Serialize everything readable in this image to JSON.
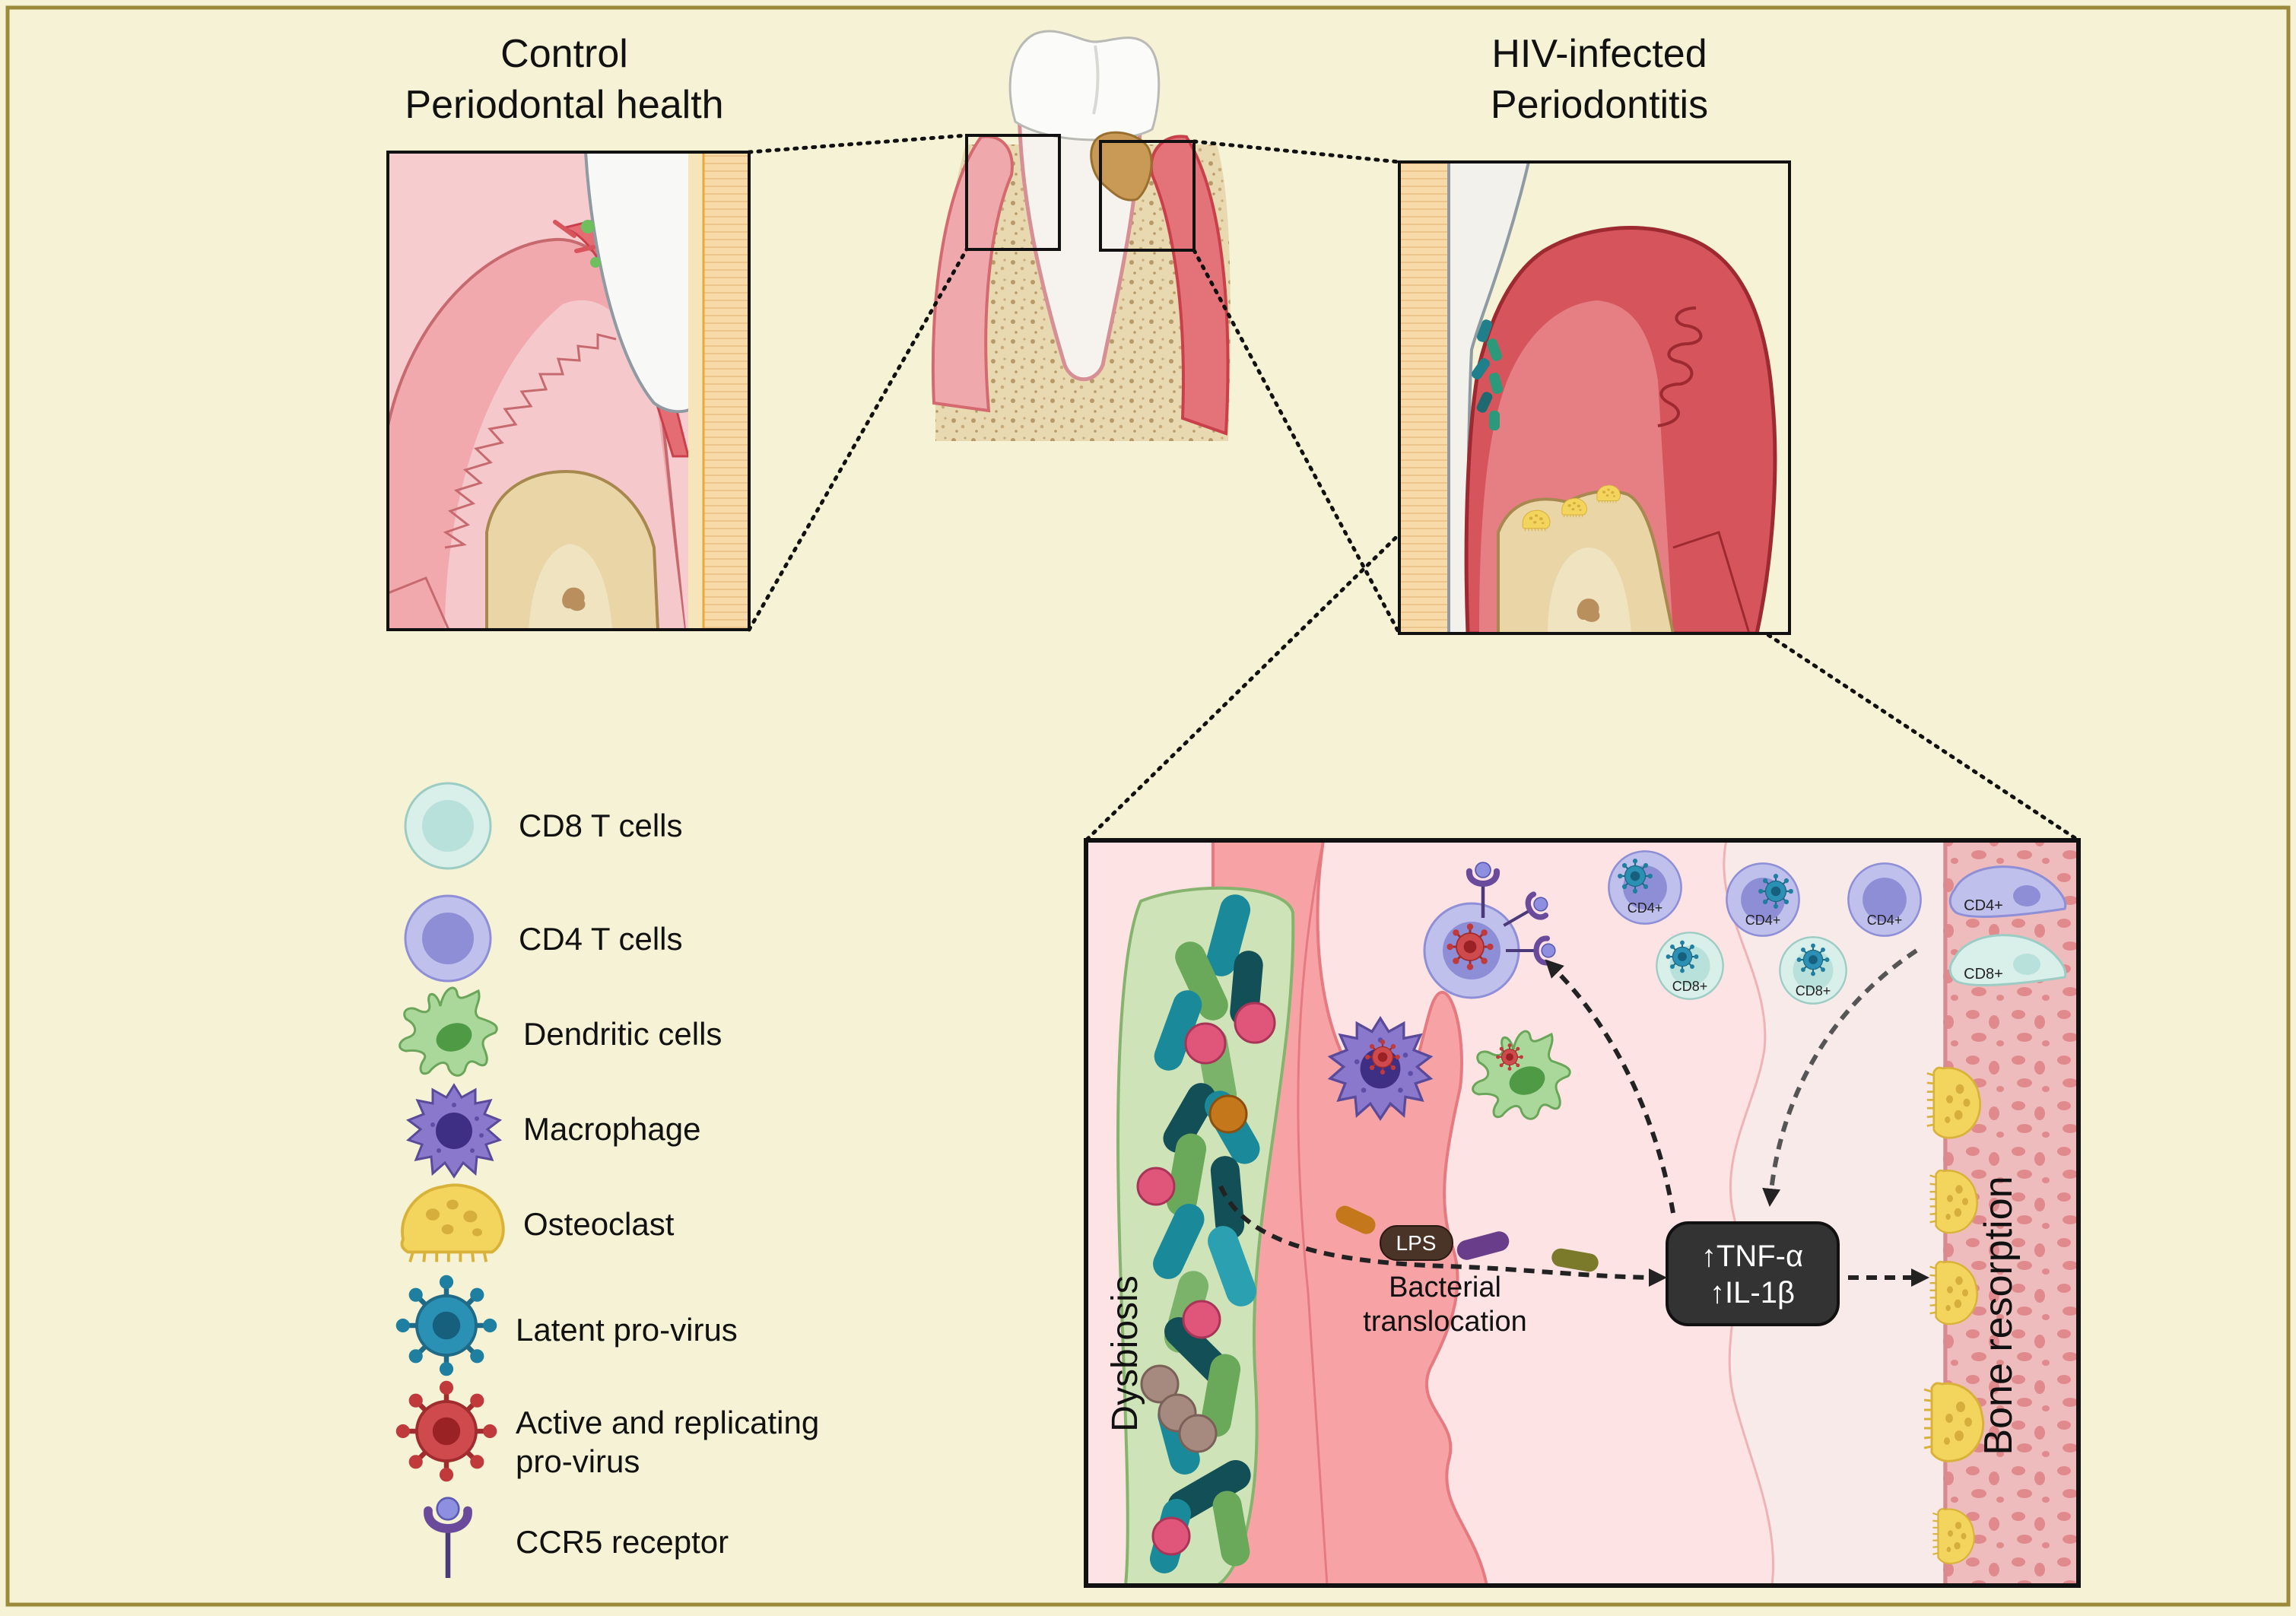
{
  "titles": {
    "control_line1": "Control",
    "control_line2": "Periodontal health",
    "hiv_line1": "HIV-infected",
    "hiv_line2": "Periodontitis"
  },
  "legend": [
    {
      "icon": "cd8-t-cell-icon",
      "label": "CD8 T cells"
    },
    {
      "icon": "cd4-t-cell-icon",
      "label": "CD4 T cells"
    },
    {
      "icon": "dendritic-cell-icon",
      "label": "Dendritic cells"
    },
    {
      "icon": "macrophage-icon",
      "label": "Macrophage"
    },
    {
      "icon": "osteoclast-icon",
      "label": "Osteoclast"
    },
    {
      "icon": "latent-provirus-icon",
      "label": "Latent pro-virus"
    },
    {
      "icon": "active-provirus-icon",
      "label_line1": "Active and replicating",
      "label_line2": "pro-virus"
    },
    {
      "icon": "ccr5-receptor-icon",
      "label": "CCR5 receptor"
    }
  ],
  "detail": {
    "dysbiosis": "Dysbiosis",
    "lps": "LPS",
    "translocation_line1": "Bacterial",
    "translocation_line2": "translocation",
    "cytokine_line1": "↑TNF-α",
    "cytokine_line2": "↑IL-1β",
    "bone_resorption": "Bone resorption",
    "cell_labels": {
      "cd4": "CD4+",
      "cd8": "CD8+"
    }
  },
  "colors": {
    "background": "#f5f2d5",
    "border": "#9a8a3a",
    "gum": "#e98b8f",
    "gum_inflamed": "#d9555c",
    "bone": "#e6d3a8",
    "tooth": "#f7f7f5",
    "cd8": "#c9e7e3",
    "cd4": "#a9a9e2",
    "dendritic": "#9fd08f",
    "macrophage": "#7a66c2",
    "osteoclast": "#f3d55e",
    "latent_virus": "#1f7fa0",
    "active_virus": "#c0393b",
    "ccr5": "#6a4a9a"
  }
}
